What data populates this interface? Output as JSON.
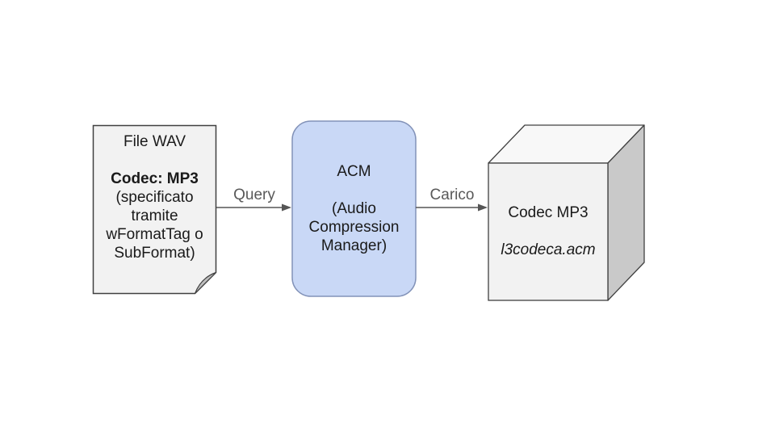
{
  "diagram": {
    "nodes": {
      "file_wav": {
        "title": "File WAV",
        "codec": "Codec: MP3",
        "detail_lines": [
          "(specificato",
          "tramite",
          "wFormatTag o",
          "SubFormat)"
        ]
      },
      "acm": {
        "title": "ACM",
        "subtitle_lines": [
          "(Audio",
          "Compression",
          "Manager)"
        ]
      },
      "codec_mp3": {
        "title": "Codec MP3",
        "filename": "l3codeca.acm"
      }
    },
    "edges": {
      "query_label": "Query",
      "carico_label": "Carico"
    }
  },
  "colors": {
    "canvas-bg": "#ffffff",
    "doc-fill": "#f2f2f2",
    "doc-stroke": "#404040",
    "fold-fill": "#bfbfbf",
    "acm-fill": "#c9d8f6",
    "acm-stroke": "#8292b8",
    "cube-front": "#f2f2f2",
    "cube-top": "#f8f8f8",
    "cube-side": "#c9c9c9",
    "cube-stroke": "#404040",
    "arrow": "#555555",
    "label-text": "#595959",
    "node-text": "#1a1a1a"
  }
}
